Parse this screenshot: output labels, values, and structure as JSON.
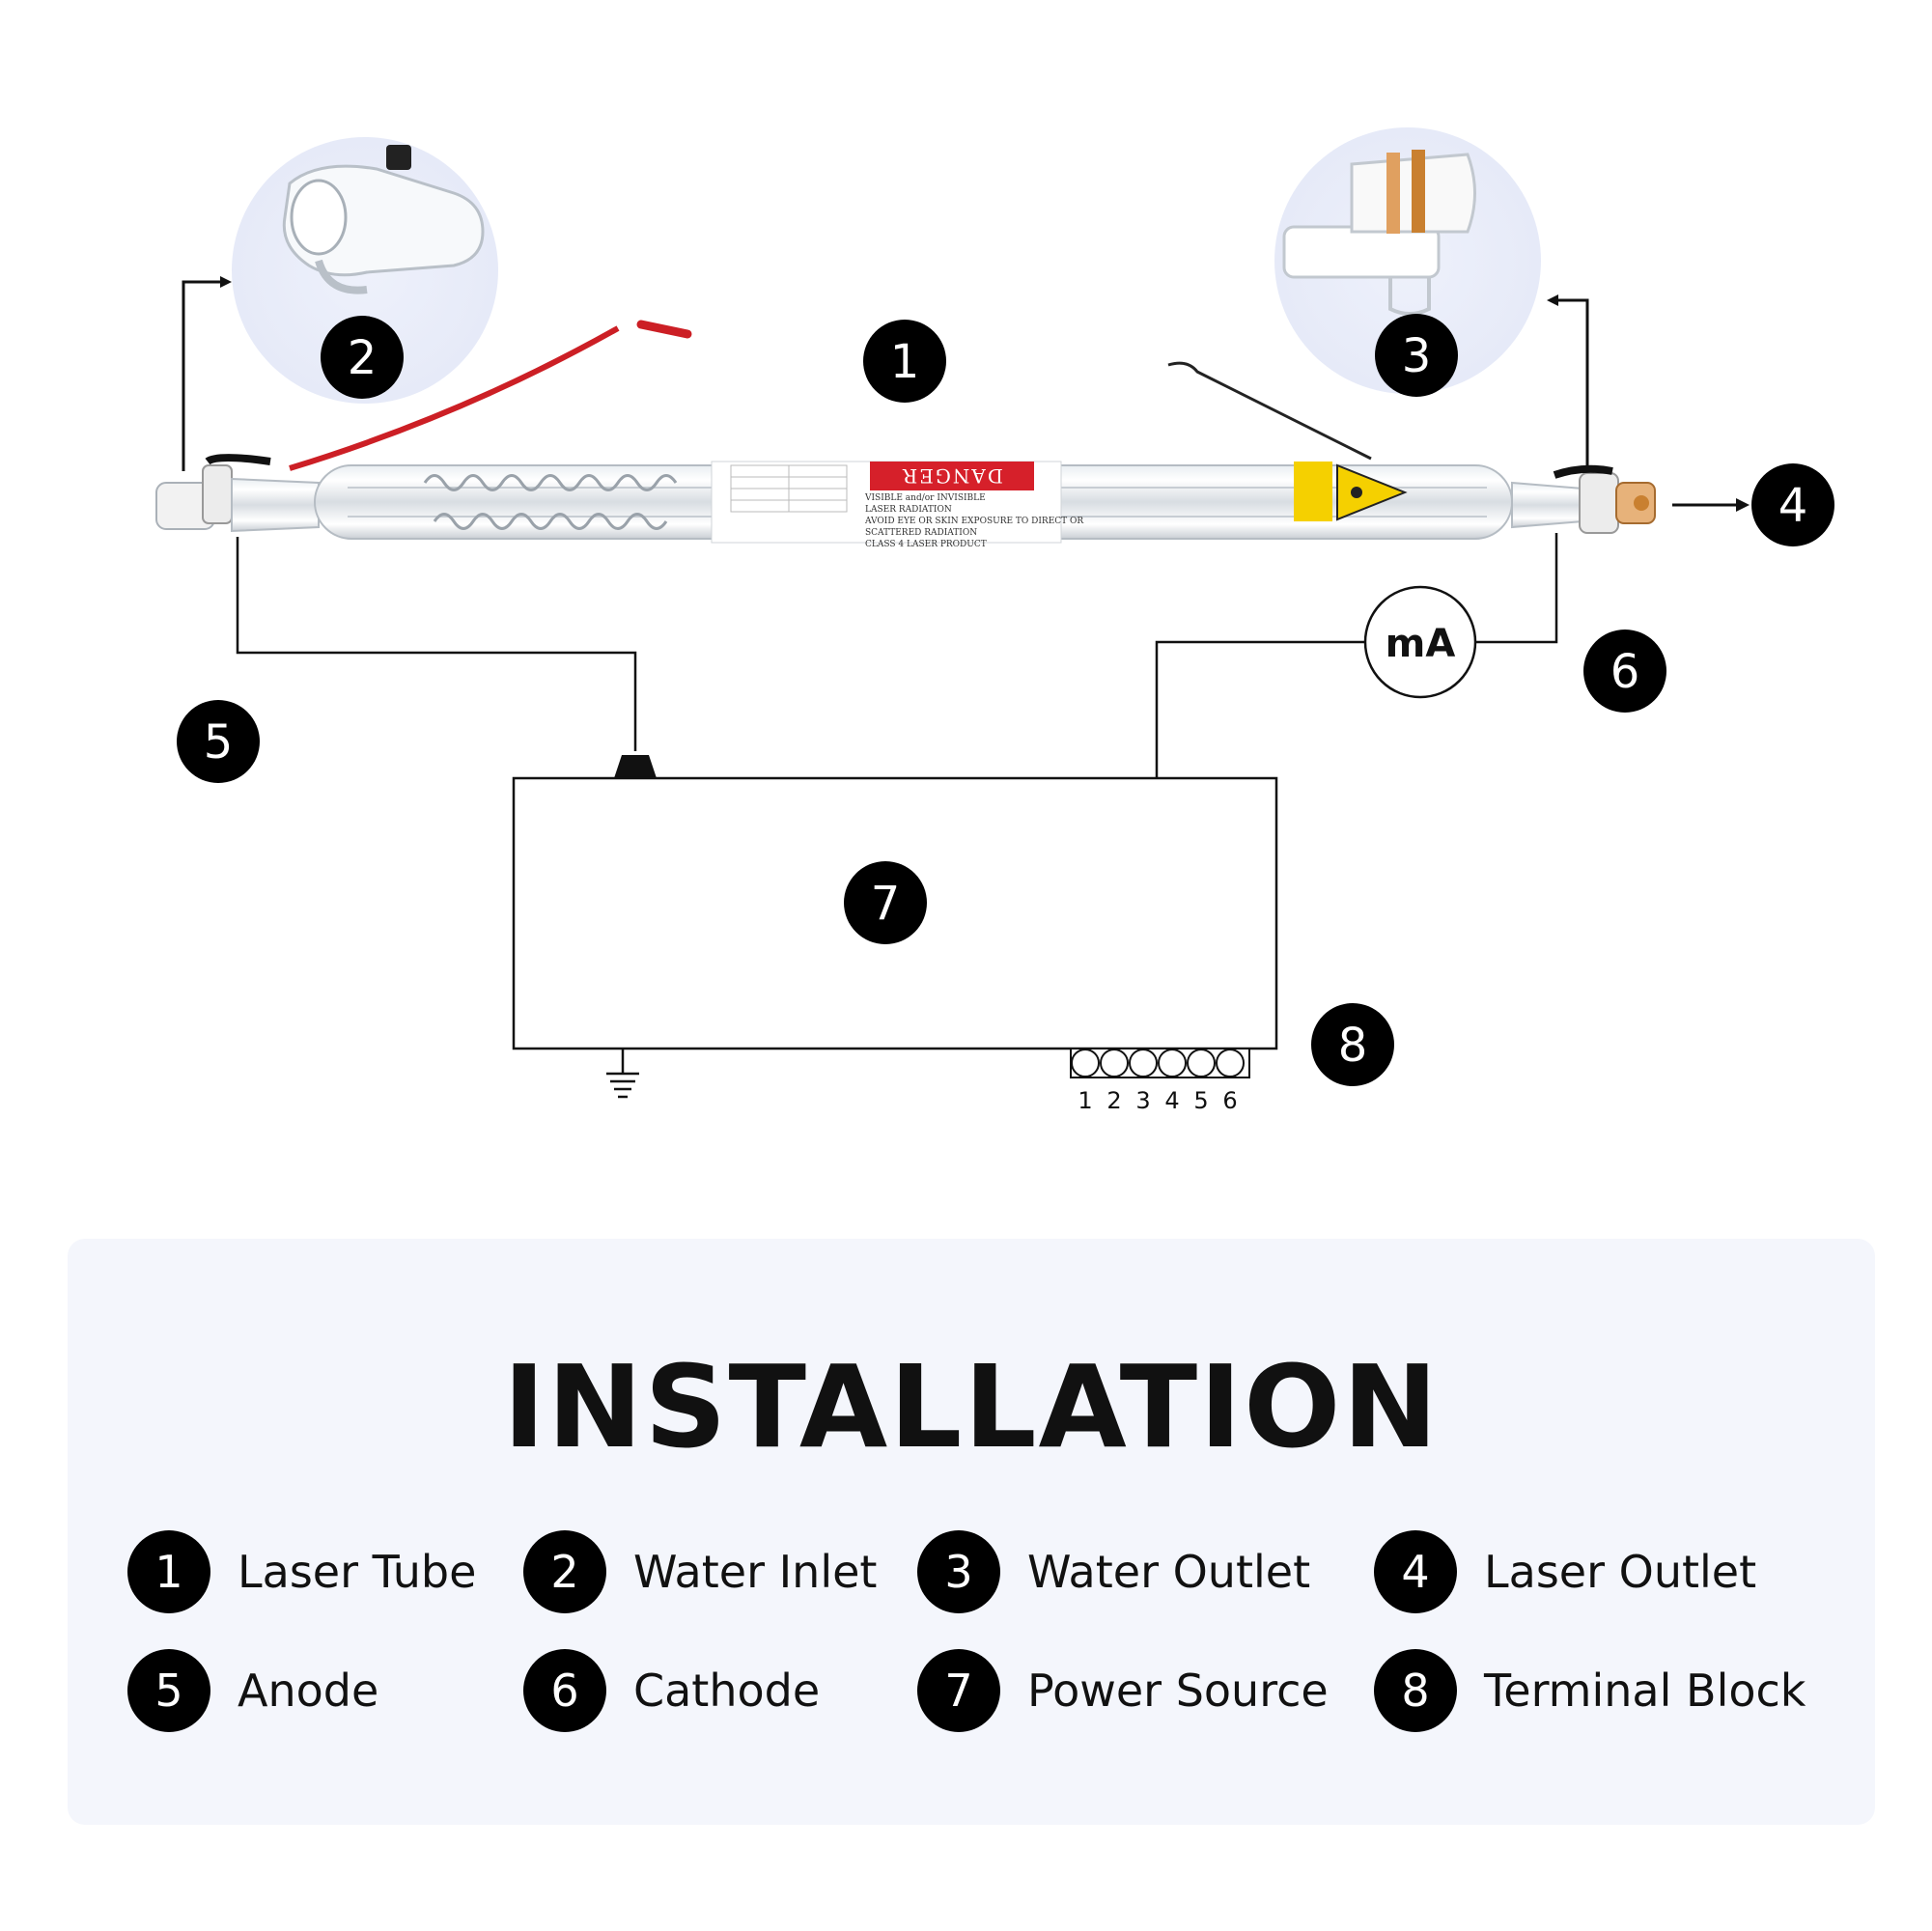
{
  "diagram": {
    "markers": [
      "1",
      "2",
      "3",
      "4",
      "5",
      "6",
      "7",
      "8"
    ],
    "ammeter_label": "mA",
    "terminal_numbers": [
      "1",
      "2",
      "3",
      "4",
      "5",
      "6"
    ],
    "tube_label": {
      "danger": "DANGER",
      "lines": [
        "VISIBLE and/or INVISIBLE",
        "LASER RADIATION",
        "AVOID EYE OR SKIN EXPOSURE TO DIRECT OR",
        "SCATTERED RADIATION",
        "CLASS 4 LASER PRODUCT"
      ]
    },
    "colors": {
      "danger_red": "#d6202a",
      "warning_yellow": "#f5d000",
      "wire_red": "#cc1f25",
      "panel_bg": "#f4f6fc"
    }
  },
  "installation": {
    "title": "INSTALLATION",
    "items": [
      {
        "num": "1",
        "label": "Laser Tube"
      },
      {
        "num": "2",
        "label": "Water Inlet"
      },
      {
        "num": "3",
        "label": "Water Outlet"
      },
      {
        "num": "4",
        "label": "Laser Outlet"
      },
      {
        "num": "5",
        "label": "Anode"
      },
      {
        "num": "6",
        "label": "Cathode"
      },
      {
        "num": "7",
        "label": "Power Source"
      },
      {
        "num": "8",
        "label": "Terminal Block"
      }
    ]
  }
}
